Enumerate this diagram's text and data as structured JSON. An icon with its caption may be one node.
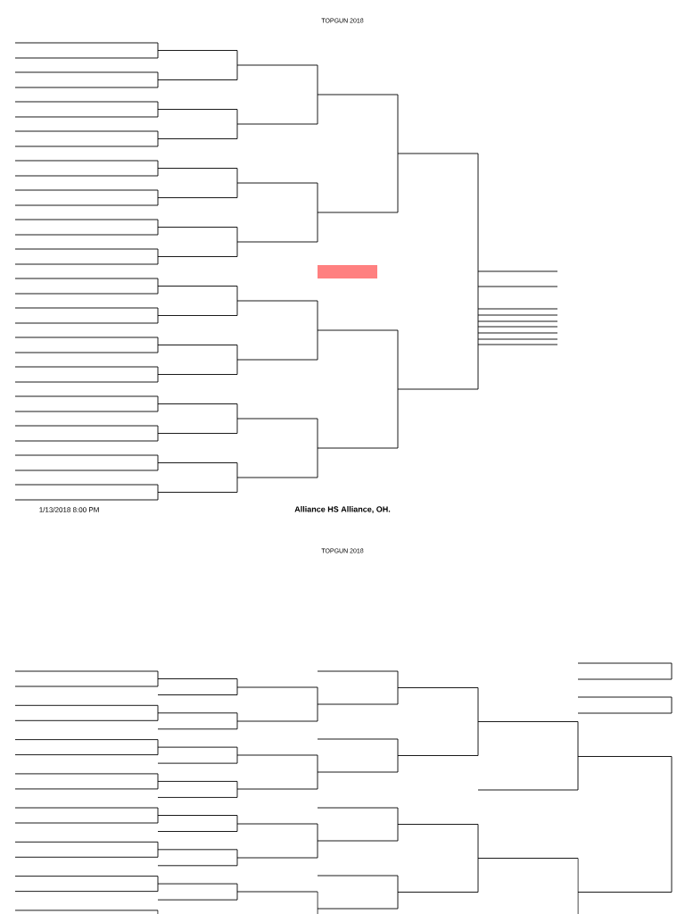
{
  "diagram": {
    "title": "TOPGUN  2018",
    "labels": [
      "1/13/2018 8:00 PM",
      "Alliance HS  Alliance, OH.",
      "TOPGUN  2018"
    ]
  }
}
